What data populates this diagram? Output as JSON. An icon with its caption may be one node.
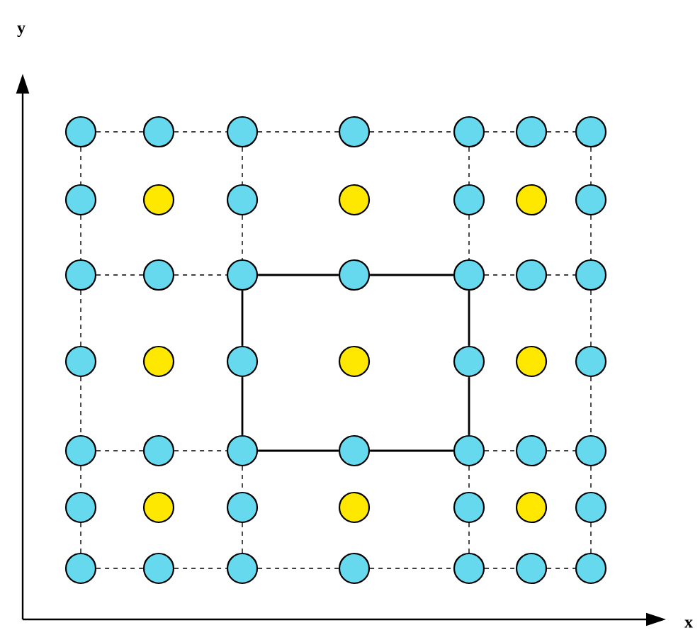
{
  "diagram": {
    "nodes": [
      {
        "text": [],
        "shape": "circle"
      },
      {
        "text": [],
        "shape": "circle"
      },
      {
        "text": [],
        "shape": "circle"
      },
      {
        "text": [],
        "shape": "circle"
      },
      {
        "text": [],
        "shape": "circle"
      },
      {
        "text": [],
        "shape": "circle"
      },
      {
        "text": [],
        "shape": "circle"
      },
      {
        "text": [],
        "shape": "circle"
      },
      {
        "text": [],
        "shape": "circle"
      },
      {
        "text": [],
        "shape": "circle"
      },
      {
        "text": [],
        "shape": "circle"
      },
      {
        "text": [],
        "shape": "circle"
      },
      {
        "text": [],
        "shape": "circle"
      },
      {
        "text": [],
        "shape": "circle"
      },
      {
        "text": [],
        "shape": "circle"
      },
      {
        "text": [],
        "shape": "circle"
      },
      {
        "text": [],
        "shape": "circle"
      },
      {
        "text": [],
        "shape": "circle"
      },
      {
        "text": [],
        "shape": "circle"
      },
      {
        "text": [],
        "shape": "circle"
      },
      {
        "text": [],
        "shape": "circle"
      },
      {
        "text": [],
        "shape": "circle"
      },
      {
        "text": [],
        "shape": "circle"
      },
      {
        "text": [],
        "shape": "circle"
      },
      {
        "text": [],
        "shape": "circle"
      },
      {
        "text": [],
        "shape": "circle"
      },
      {
        "text": [],
        "shape": "circle"
      },
      {
        "text": [],
        "shape": "circle"
      },
      {
        "text": [],
        "shape": "circle"
      },
      {
        "text": [],
        "shape": "circle"
      },
      {
        "text": [],
        "shape": "circle"
      },
      {
        "text": [],
        "shape": "circle"
      },
      {
        "text": [],
        "shape": "circle"
      },
      {
        "text": [],
        "shape": "circle"
      },
      {
        "text": [],
        "shape": "circle"
      },
      {
        "text": [],
        "shape": "circle"
      },
      {
        "text": [],
        "shape": "circle"
      },
      {
        "text": [],
        "shape": "circle"
      },
      {
        "text": [],
        "shape": "circle"
      },
      {
        "text": [],
        "shape": "circle"
      },
      {
        "text": [],
        "shape": "circle"
      },
      {
        "text": [],
        "shape": "circle"
      },
      {
        "text": [],
        "shape": "circle"
      },
      {
        "text": [],
        "shape": "circle"
      },
      {
        "text": [],
        "shape": "circle"
      },
      {
        "text": [],
        "shape": "circle"
      },
      {
        "text": [],
        "shape": "circle"
      },
      {
        "text": [],
        "shape": "circle"
      },
      {
        "text": [],
        "shape": "circle"
      }
    ],
    "edges": [
      {
        "from": 0,
        "to": 1,
        "arrow": "none",
        "style": "dashed"
      },
      {
        "from": 1,
        "to": 2,
        "arrow": "none",
        "style": "dashed"
      },
      {
        "from": 2,
        "to": 3,
        "arrow": "none",
        "style": "dashed"
      },
      {
        "from": 3,
        "to": 4,
        "arrow": "none",
        "style": "dashed"
      },
      {
        "from": 4,
        "to": 5,
        "arrow": "none",
        "style": "dashed"
      },
      {
        "from": 5,
        "to": 6,
        "arrow": "none",
        "style": "dashed"
      },
      {
        "from": 14,
        "to": 15,
        "arrow": "none",
        "style": "dashed"
      },
      {
        "from": 15,
        "to": 16,
        "arrow": "none",
        "style": "dashed"
      },
      {
        "from": 16,
        "to": 17,
        "arrow": "none"
      },
      {
        "from": 17,
        "to": 18,
        "arrow": "none"
      },
      {
        "from": 18,
        "to": 19,
        "arrow": "none",
        "style": "dashed"
      },
      {
        "from": 19,
        "to": 20,
        "arrow": "none",
        "style": "dashed"
      },
      {
        "from": 28,
        "to": 29,
        "arrow": "none",
        "style": "dashed"
      },
      {
        "from": 29,
        "to": 30,
        "arrow": "none",
        "style": "dashed"
      },
      {
        "from": 30,
        "to": 31,
        "arrow": "none"
      },
      {
        "from": 31,
        "to": 32,
        "arrow": "none"
      },
      {
        "from": 32,
        "to": 33,
        "arrow": "none",
        "style": "dashed"
      },
      {
        "from": 33,
        "to": 34,
        "arrow": "none",
        "style": "dashed"
      },
      {
        "from": 42,
        "to": 43,
        "arrow": "none",
        "style": "dashed"
      },
      {
        "from": 43,
        "to": 44,
        "arrow": "none",
        "style": "dashed"
      },
      {
        "from": 44,
        "to": 45,
        "arrow": "none",
        "style": "dashed"
      },
      {
        "from": 45,
        "to": 46,
        "arrow": "none",
        "style": "dashed"
      },
      {
        "from": 46,
        "to": 47,
        "arrow": "none",
        "style": "dashed"
      },
      {
        "from": 47,
        "to": 48,
        "arrow": "none",
        "style": "dashed"
      },
      {
        "from": 0,
        "to": 7,
        "arrow": "none",
        "style": "dashed"
      },
      {
        "from": 7,
        "to": 14,
        "arrow": "none",
        "style": "dashed"
      },
      {
        "from": 14,
        "to": 21,
        "arrow": "none",
        "style": "dashed"
      },
      {
        "from": 21,
        "to": 28,
        "arrow": "none",
        "style": "dashed"
      },
      {
        "from": 28,
        "to": 35,
        "arrow": "none",
        "style": "dashed"
      },
      {
        "from": 35,
        "to": 42,
        "arrow": "none",
        "style": "dashed"
      },
      {
        "from": 2,
        "to": 9,
        "arrow": "none",
        "style": "dashed"
      },
      {
        "from": 9,
        "to": 16,
        "arrow": "none",
        "style": "dashed"
      },
      {
        "from": 16,
        "to": 23,
        "arrow": "none"
      },
      {
        "from": 23,
        "to": 30,
        "arrow": "none"
      },
      {
        "from": 30,
        "to": 37,
        "arrow": "none",
        "style": "dashed"
      },
      {
        "from": 37,
        "to": 44,
        "arrow": "none",
        "style": "dashed"
      },
      {
        "from": 4,
        "to": 11,
        "arrow": "none",
        "style": "dashed"
      },
      {
        "from": 11,
        "to": 18,
        "arrow": "none",
        "style": "dashed"
      },
      {
        "from": 18,
        "to": 25,
        "arrow": "none"
      },
      {
        "from": 25,
        "to": 32,
        "arrow": "none"
      },
      {
        "from": 32,
        "to": 39,
        "arrow": "none",
        "style": "dashed"
      },
      {
        "from": 39,
        "to": 46,
        "arrow": "none",
        "style": "dashed"
      },
      {
        "from": 6,
        "to": 13,
        "arrow": "none",
        "style": "dashed"
      },
      {
        "from": 13,
        "to": 20,
        "arrow": "none",
        "style": "dashed"
      },
      {
        "from": 20,
        "to": 27,
        "arrow": "none",
        "style": "dashed"
      },
      {
        "from": 27,
        "to": 34,
        "arrow": "none",
        "style": "dashed"
      },
      {
        "from": 34,
        "to": 41,
        "arrow": "none",
        "style": "dashed"
      },
      {
        "from": 41,
        "to": 48,
        "arrow": "none",
        "style": "dashed"
      }
    ],
    "labels": [
      "y",
      "x"
    ]
  }
}
